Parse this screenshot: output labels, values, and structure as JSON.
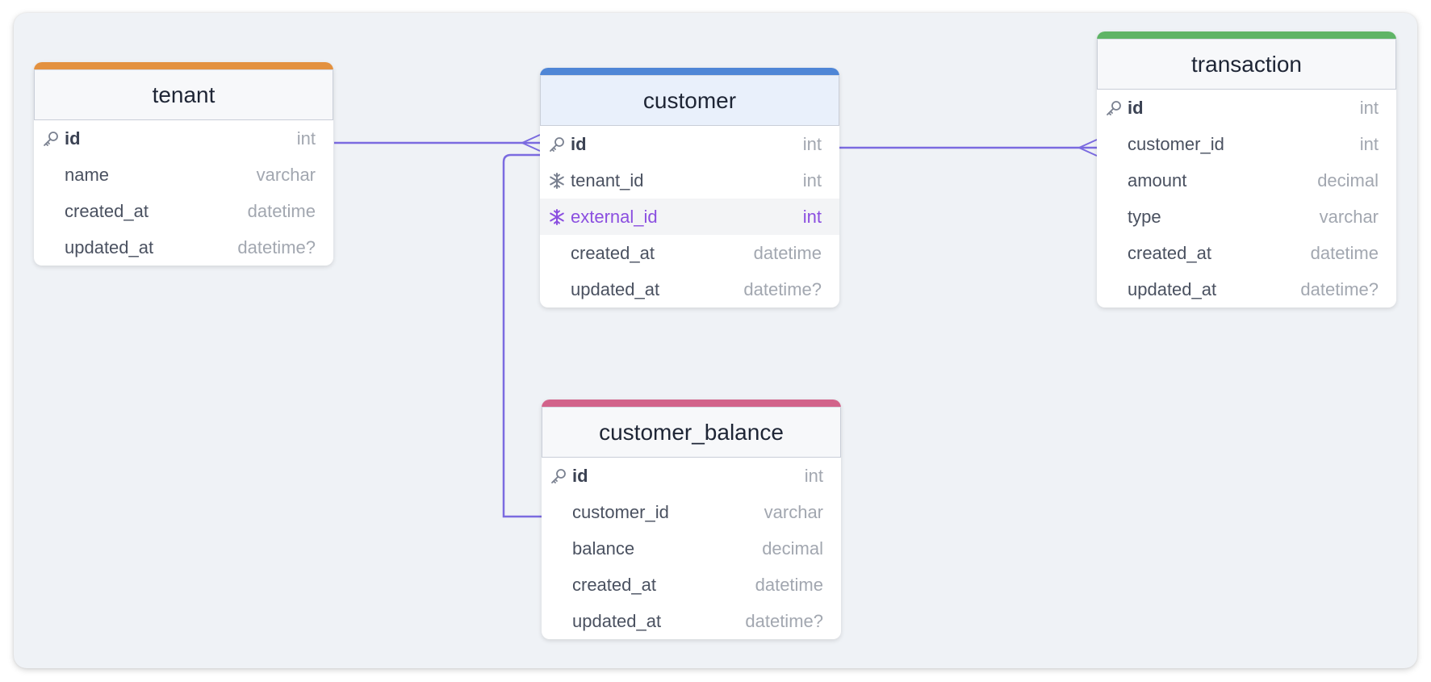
{
  "colors": {
    "canvas_bg": "#eff2f6",
    "relation_line": "#7b6be0",
    "highlight": "#8b4fe0"
  },
  "tables": {
    "tenant": {
      "name": "tenant",
      "accent": "#e3913f",
      "columns": [
        {
          "name": "id",
          "type": "int",
          "icon": "key-icon"
        },
        {
          "name": "name",
          "type": "varchar",
          "icon": ""
        },
        {
          "name": "created_at",
          "type": "datetime",
          "icon": ""
        },
        {
          "name": "updated_at",
          "type": "datetime?",
          "icon": ""
        }
      ]
    },
    "customer": {
      "name": "customer",
      "accent": "#4f86d6",
      "columns": [
        {
          "name": "id",
          "type": "int",
          "icon": "key-icon"
        },
        {
          "name": "tenant_id",
          "type": "int",
          "icon": "snowflake-icon"
        },
        {
          "name": "external_id",
          "type": "int",
          "icon": "snowflake-icon"
        },
        {
          "name": "created_at",
          "type": "datetime",
          "icon": ""
        },
        {
          "name": "updated_at",
          "type": "datetime?",
          "icon": ""
        }
      ]
    },
    "transaction": {
      "name": "transaction",
      "accent": "#5fb466",
      "columns": [
        {
          "name": "id",
          "type": "int",
          "icon": "key-icon"
        },
        {
          "name": "customer_id",
          "type": "int",
          "icon": ""
        },
        {
          "name": "amount",
          "type": "decimal",
          "icon": ""
        },
        {
          "name": "type",
          "type": "varchar",
          "icon": ""
        },
        {
          "name": "created_at",
          "type": "datetime",
          "icon": ""
        },
        {
          "name": "updated_at",
          "type": "datetime?",
          "icon": ""
        }
      ]
    },
    "customer_balance": {
      "name": "customer_balance",
      "accent": "#d2638a",
      "columns": [
        {
          "name": "id",
          "type": "int",
          "icon": "key-icon"
        },
        {
          "name": "customer_id",
          "type": "varchar",
          "icon": ""
        },
        {
          "name": "balance",
          "type": "decimal",
          "icon": ""
        },
        {
          "name": "created_at",
          "type": "datetime",
          "icon": ""
        },
        {
          "name": "updated_at",
          "type": "datetime?",
          "icon": ""
        }
      ]
    }
  }
}
